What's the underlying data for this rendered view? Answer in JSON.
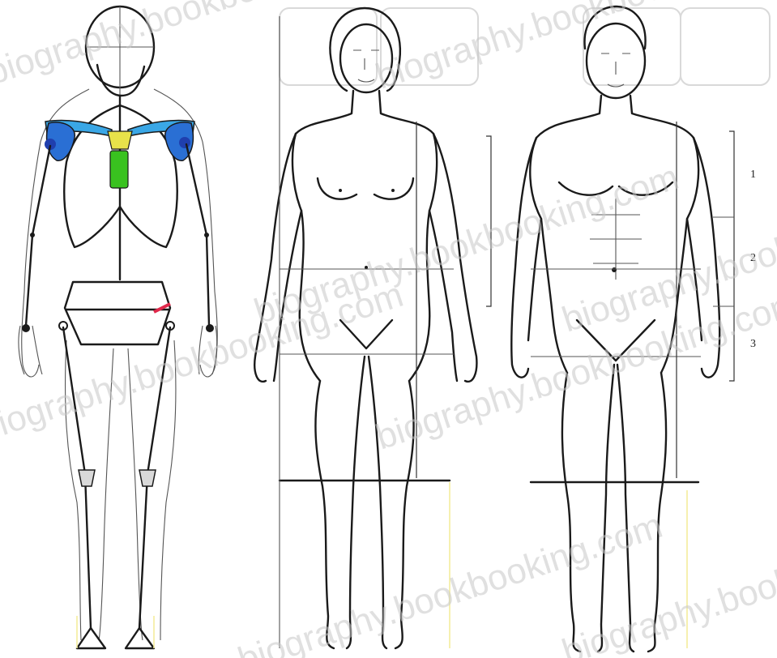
{
  "watermark": {
    "text": "biography.bookbooking.com",
    "color": "#c8c8c8"
  },
  "proportion_labels": {
    "labels": [
      "1",
      "2",
      "3"
    ]
  },
  "colors": {
    "clavicle": "#3aa7e6",
    "shoulder_joint": "#2a6fd4",
    "sternum_top": "#e8e24a",
    "sternum": "#39c21f",
    "joint_marker": "#1f3fae",
    "hip_marker": "#e0284a",
    "guide_line_yellow": "#f3ec9c"
  },
  "figures": [
    {
      "name": "skeleton-armature"
    },
    {
      "name": "female-figure"
    },
    {
      "name": "male-figure"
    }
  ]
}
